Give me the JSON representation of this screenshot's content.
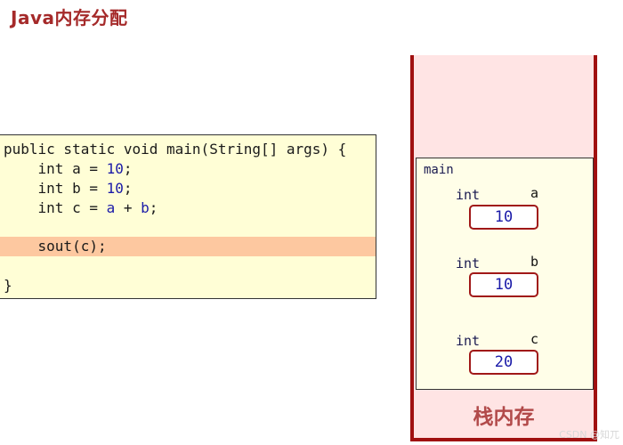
{
  "title": "Java内存分配",
  "code": {
    "lines": [
      "public static void main(String[] args) {",
      "    int a = ",
      "    int b = ",
      "    int c = ",
      "",
      "    sout(c);",
      "",
      "}"
    ],
    "a_value": "10",
    "b_value": "10",
    "c_expr_a": "a",
    "c_expr_op": " + ",
    "c_expr_b": "b",
    "semicolon": ";",
    "highlighted_line": "sout(c);"
  },
  "stack": {
    "label": "栈内存",
    "frame": {
      "name": "main",
      "variables": [
        {
          "type": "int",
          "name": "a",
          "value": "10"
        },
        {
          "type": "int",
          "name": "b",
          "value": "10"
        },
        {
          "type": "int",
          "name": "c",
          "value": "20"
        }
      ]
    }
  },
  "colors": {
    "title": "#a52a2a",
    "stack_border": "#a01010",
    "stack_bg": "#ffe4e4",
    "code_bg": "#fffed6",
    "highlight": "#fdc8a0",
    "value_text": "#1a1aa8"
  },
  "watermark": "CSDN @知兀"
}
